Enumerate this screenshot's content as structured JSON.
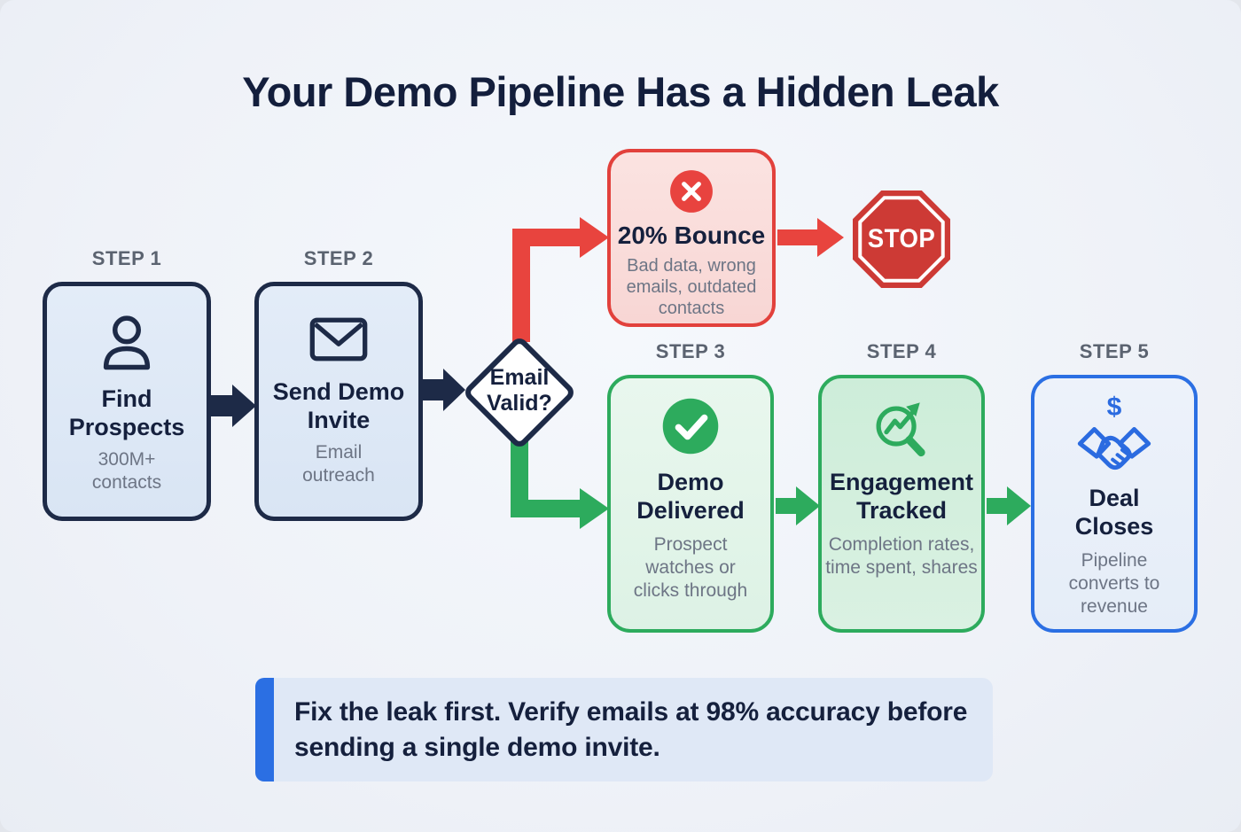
{
  "title": "Your Demo Pipeline Has a Hidden Leak",
  "steps": [
    {
      "label": "STEP 1",
      "heading": "Find Prospects",
      "sub": "300M+ contacts",
      "icon": "person-icon"
    },
    {
      "label": "STEP 2",
      "heading": "Send Demo Invite",
      "sub": "Email outreach",
      "icon": "envelope-icon"
    },
    {
      "label": "STEP 3",
      "heading": "Demo Delivered",
      "sub": "Prospect watches or clicks through",
      "icon": "check-circle-icon"
    },
    {
      "label": "STEP 4",
      "heading": "Engagement Tracked",
      "sub": "Completion rates, time spent, shares",
      "icon": "magnifier-trend-icon"
    },
    {
      "label": "STEP 5",
      "heading": "Deal Closes",
      "sub": "Pipeline converts to revenue",
      "icon": "handshake-dollar-icon",
      "dollar": "$"
    }
  ],
  "decision": {
    "question": "Email Valid?"
  },
  "bounce_branch": {
    "heading": "20% Bounce",
    "sub": "Bad data, wrong emails, outdated contacts",
    "icon": "x-circle-icon",
    "stop_label": "STOP"
  },
  "callout": {
    "text": "Fix the leak first. Verify emails at 98% accuracy before sending a single demo invite."
  },
  "colors": {
    "navy": "#1d2a47",
    "dark_text": "#15203d",
    "gray_text": "#6d7585",
    "step_label": "#5b6370",
    "light_blue_fill": "#dde7f5",
    "red": "#e8443e",
    "red_fill": "#fadcdb",
    "stop_red": "#cd3a35",
    "green": "#2dab5d",
    "green_fill_light": "#e4f5ea",
    "green_fill": "#d6f0df",
    "blue": "#2b6fe3",
    "blue_fill": "#e9eff9",
    "callout_fill": "#dfe8f6",
    "background": "#f2f5f9"
  }
}
